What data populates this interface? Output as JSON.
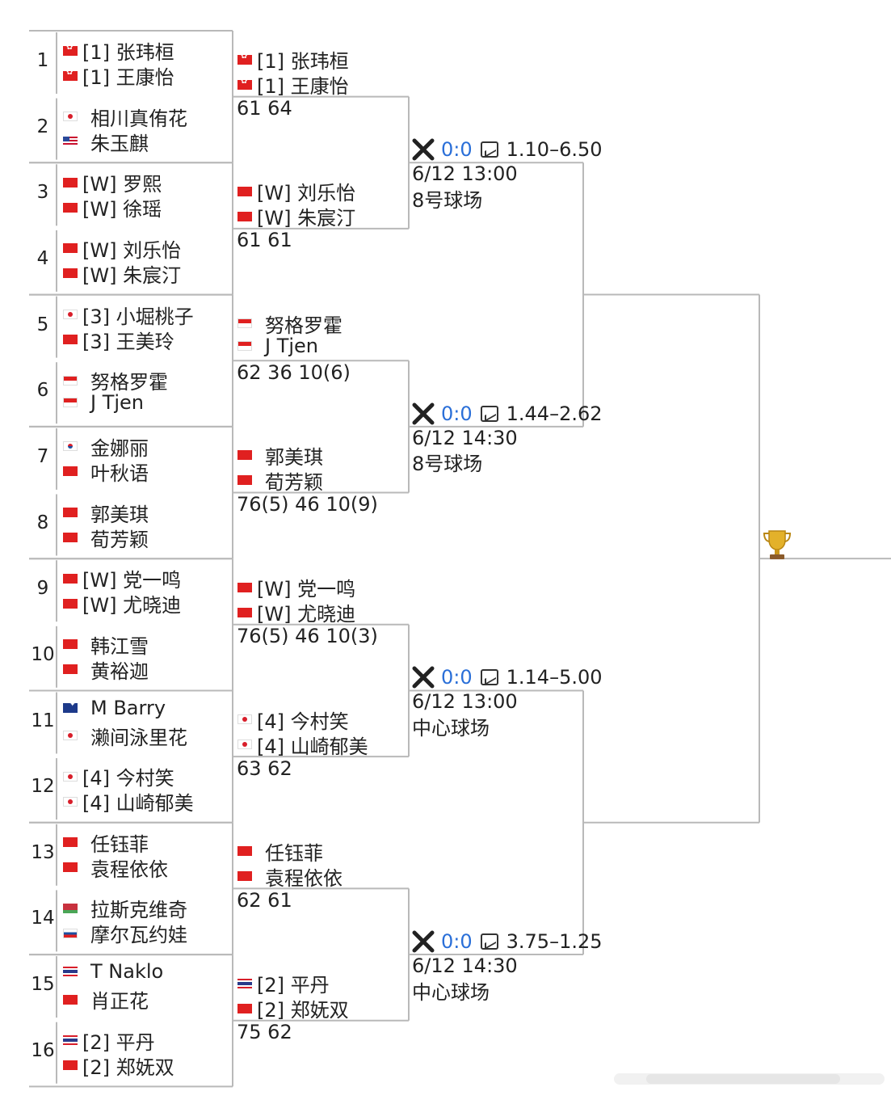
{
  "seeds": [
    "1",
    "2",
    "3",
    "4",
    "5",
    "6",
    "7",
    "8",
    "9",
    "10",
    "11",
    "12",
    "13",
    "14",
    "15",
    "16"
  ],
  "r1": [
    {
      "flag": "hk",
      "name": "[1] 张玮桓"
    },
    {
      "flag": "hk",
      "name": "[1] 王康怡"
    },
    {
      "flag": "jp",
      "name": "相川真侑花"
    },
    {
      "flag": "us",
      "name": "朱玉麒"
    },
    {
      "flag": "cn",
      "name": "[W] 罗熙"
    },
    {
      "flag": "cn",
      "name": "[W] 徐瑶"
    },
    {
      "flag": "cn",
      "name": "[W] 刘乐怡"
    },
    {
      "flag": "cn",
      "name": "[W] 朱宸汀"
    },
    {
      "flag": "jp",
      "name": "[3] 小堀桃子"
    },
    {
      "flag": "cn",
      "name": "[3] 王美玲"
    },
    {
      "flag": "id",
      "name": "努格罗霍"
    },
    {
      "flag": "id",
      "name": "J Tjen"
    },
    {
      "flag": "kr",
      "name": "金娜丽"
    },
    {
      "flag": "cn",
      "name": "叶秋语"
    },
    {
      "flag": "cn",
      "name": "郭美琪"
    },
    {
      "flag": "cn",
      "name": "荀芳颖"
    },
    {
      "flag": "cn",
      "name": "[W] 党一鸣"
    },
    {
      "flag": "cn",
      "name": "[W] 尤晓迪"
    },
    {
      "flag": "cn",
      "name": "韩江雪"
    },
    {
      "flag": "cn",
      "name": "黄裕迦"
    },
    {
      "flag": "au",
      "name": "M Barry"
    },
    {
      "flag": "jp",
      "name": "濑间泳里花"
    },
    {
      "flag": "jp",
      "name": "[4] 今村笑"
    },
    {
      "flag": "jp",
      "name": "[4] 山崎郁美"
    },
    {
      "flag": "cn",
      "name": "任钰菲"
    },
    {
      "flag": "cn",
      "name": "袁程依依"
    },
    {
      "flag": "by",
      "name": "拉斯克维奇"
    },
    {
      "flag": "sk",
      "name": "摩尔瓦约娃"
    },
    {
      "flag": "th",
      "name": "T Naklo"
    },
    {
      "flag": "cn",
      "name": "肖正花"
    },
    {
      "flag": "th",
      "name": "[2] 平丹"
    },
    {
      "flag": "cn",
      "name": "[2] 郑妩双"
    }
  ],
  "r2": [
    {
      "p1": {
        "flag": "hk",
        "name": "[1] 张玮桓"
      },
      "p2": {
        "flag": "hk",
        "name": "[1] 王康怡"
      },
      "score": "61 64"
    },
    {
      "p1": {
        "flag": "cn",
        "name": "[W] 刘乐怡"
      },
      "p2": {
        "flag": "cn",
        "name": "[W] 朱宸汀"
      },
      "score": "61 61"
    },
    {
      "p1": {
        "flag": "id",
        "name": "努格罗霍"
      },
      "p2": {
        "flag": "id",
        "name": "J Tjen"
      },
      "score": "62 36 10(6)"
    },
    {
      "p1": {
        "flag": "cn",
        "name": "郭美琪"
      },
      "p2": {
        "flag": "cn",
        "name": "荀芳颖"
      },
      "score": "76(5) 46 10(9)"
    },
    {
      "p1": {
        "flag": "cn",
        "name": "[W] 党一鸣"
      },
      "p2": {
        "flag": "cn",
        "name": "[W] 尤晓迪"
      },
      "score": "76(5) 46 10(3)"
    },
    {
      "p1": {
        "flag": "jp",
        "name": "[4] 今村笑"
      },
      "p2": {
        "flag": "jp",
        "name": "[4] 山崎郁美"
      },
      "score": "63 62"
    },
    {
      "p1": {
        "flag": "cn",
        "name": "任钰菲"
      },
      "p2": {
        "flag": "cn",
        "name": "袁程依依"
      },
      "score": "62 61"
    },
    {
      "p1": {
        "flag": "th",
        "name": "[2] 平丹"
      },
      "p2": {
        "flag": "cn",
        "name": "[2] 郑妩双"
      },
      "score": "75 62"
    }
  ],
  "r3": [
    {
      "odds": "0:0",
      "range": "1.10–6.50",
      "time": "6/12 13:00",
      "court": "8号球场"
    },
    {
      "odds": "0:0",
      "range": "1.44–2.62",
      "time": "6/12 14:30",
      "court": "8号球场"
    },
    {
      "odds": "0:0",
      "range": "1.14–5.00",
      "time": "6/12 13:00",
      "court": "中心球场"
    },
    {
      "odds": "0:0",
      "range": "3.75–1.25",
      "time": "6/12 14:30",
      "court": "中心球场"
    }
  ],
  "colors": {
    "line": "#b9b9b9",
    "odds": "#2a6fd8",
    "trophy": "#d7a21f"
  },
  "icons": {
    "vs": "crossed-rackets-icon",
    "chart": "chart-icon",
    "trophy": "trophy-icon"
  }
}
